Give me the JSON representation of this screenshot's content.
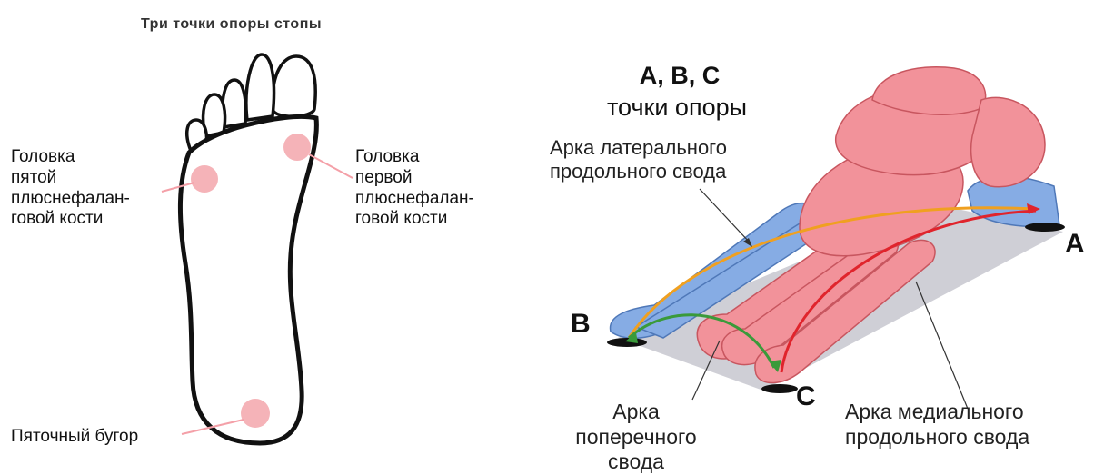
{
  "left_panel": {
    "title": "Три точки опоры стопы",
    "labels": {
      "fifth_head": [
        "Головка",
        "пятой",
        "плюснефалан-",
        "говой кости"
      ],
      "first_head": [
        "Головка",
        "первой",
        "плюснефалан-",
        "говой кости"
      ],
      "heel": "Пяточный бугор"
    },
    "support_color": "#f2a7ad"
  },
  "right_panel": {
    "title_line1": "A, B, C",
    "title_line2": "точки опоры",
    "lateral_arch": [
      "Арка латерального",
      "продольного свода"
    ],
    "transverse_arch": [
      "Арка",
      "поперечного свода"
    ],
    "medial_arch": [
      "Арка медиального",
      "продольного свода"
    ],
    "points": {
      "a": "A",
      "b": "B",
      "c": "C"
    },
    "colors": {
      "bone_pink": "#f08a92",
      "bone_blue": "#7fa6e0",
      "platform": "#c9c9d1",
      "arrow_red": "#e0242c",
      "arrow_orange": "#f0a020",
      "arrow_green": "#3a9a3a"
    }
  }
}
